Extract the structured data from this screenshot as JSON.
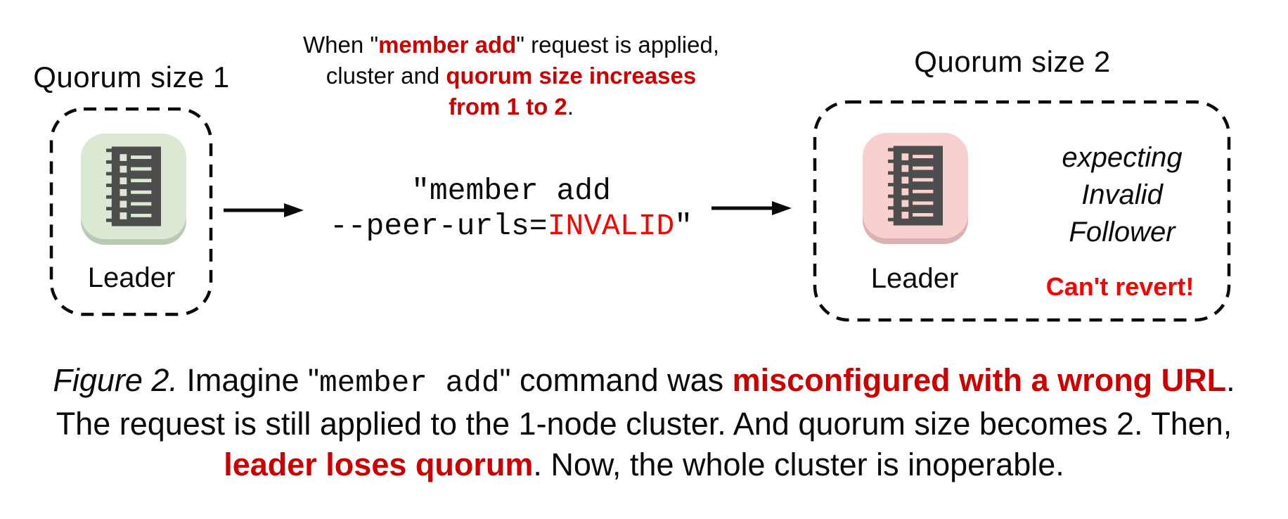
{
  "figure": {
    "left_group": {
      "heading": "Quorum size 1",
      "node_label": "Leader"
    },
    "middle": {
      "note": {
        "line1_pre": "When \"",
        "line1_red": "member add",
        "line1_post": "\" request is applied,",
        "line2_pre": "cluster and ",
        "line2_red": "quorum size increases",
        "line3_red": "from 1 to 2",
        "line3_post": "."
      },
      "command": {
        "line1": "\"member add",
        "line2_pre": "--peer-urls=",
        "line2_invalid": "INVALID",
        "line2_post": "\""
      }
    },
    "right_group": {
      "heading": "Quorum size 2",
      "node_label": "Leader",
      "expecting_lines": [
        "expecting",
        "Invalid",
        "Follower"
      ],
      "warning": "Can't revert!"
    },
    "caption": {
      "fig_label": "Figure 2.",
      "s1": " Imagine \"",
      "s1_mono": "member add",
      "s2": "\" command was ",
      "s2_red": "misconfigured with a wrong URL",
      "s3": ".",
      "line2": "The request is still applied to the 1-node cluster. And quorum size becomes 2. Then,",
      "line3_red": "leader loses quorum",
      "line3_post": ". Now, the whole cluster is inoperable."
    },
    "colors": {
      "node_green": "#dbe8d4",
      "node_green_shadow": "#b9cab2",
      "node_pink": "#f8d0cf",
      "node_pink_shadow": "#d9b2b1",
      "icon_dark": "#4d4d4d",
      "red_emphasis": "#cc0000",
      "red_bright": "#ff0000",
      "text": "#0a0a0a"
    }
  }
}
